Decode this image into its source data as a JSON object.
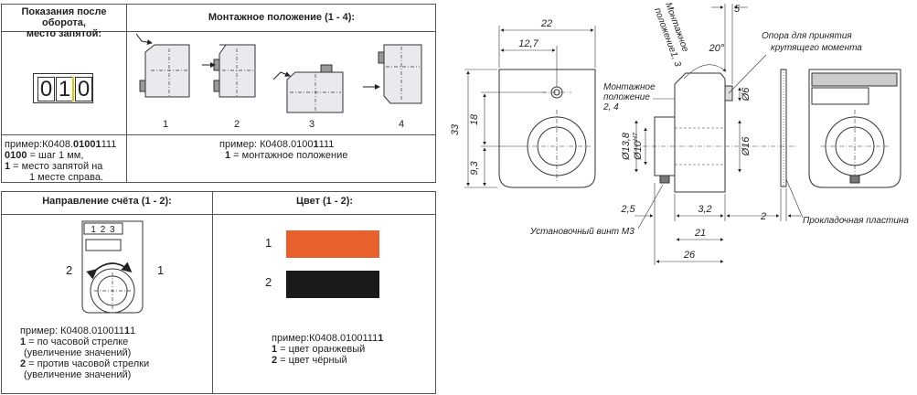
{
  "table1": {
    "header_left": [
      "Показания после оборота,",
      "место запятой:"
    ],
    "header_right": "Монтажное положение (1 - 4):",
    "counter_digits": [
      "0",
      "1",
      "0"
    ],
    "example_left": {
      "prefix": "пример:К0408.",
      "bold": "01001",
      "suffix": "111",
      "line2_bold": "0100",
      "line2_rest": " = шаг 1 мм,",
      "line3_bold": "1",
      "line3_rest": " = место запятой на",
      "line4": "1 месте справа."
    },
    "example_right": {
      "prefix": "пример:  К0408.0100",
      "bold": "1",
      "suffix": "111",
      "line2_bold": "1",
      "line2_rest": " = монтажное положение"
    },
    "positions": [
      "1",
      "2",
      "3",
      "4"
    ]
  },
  "table2": {
    "header_left": "Направление счёта (1 - 2):",
    "header_right": "Цвет (1 - 2):",
    "dial_digits": "1 2 3",
    "dir_left": "2",
    "dir_right": "1",
    "example_left": {
      "prefix": "пример:  К0408.010011",
      "bold": "1",
      "suffix": "1",
      "l2b": "1",
      "l2": " = по часовой стрелке",
      "l3": "(увеличение значений)",
      "l4b": "2",
      "l4": " = против часовой стрелки",
      "l5": "(увеличение значений)"
    },
    "example_right": {
      "prefix": "пример:К0408.0100111",
      "bold": "1",
      "l2b": "1",
      "l2": " = цвет оранжевый",
      "l3b": "2",
      "l3": " = цвет чёрный"
    },
    "color_labels": [
      "1",
      "2"
    ],
    "colors": [
      "#e8602c",
      "#1a1a1a"
    ]
  },
  "drawing": {
    "dims": {
      "d22": "22",
      "d127": "12,7",
      "d33": "33",
      "d18": "18",
      "d93": "9,3",
      "d5": "5",
      "d20": "20°",
      "d6": "Ø6",
      "d138": "Ø13,8",
      "d10": "Ø10",
      "d10sup": "H7",
      "d16": "Ø16",
      "d25": "2,5",
      "d32": "3,2",
      "d2": "2",
      "d21": "21",
      "d26": "26"
    },
    "labels": {
      "mount13_a": "Монтажное",
      "mount13_b": "положение1, 3",
      "mount24_a": "Монтажное",
      "mount24_b": "положение",
      "mount24_c": "2, 4",
      "torque_a": "Опора для принятия",
      "torque_b": "крутящего момента",
      "screw": "Установочный винт М3",
      "plate": "Прокладочная пластина"
    }
  }
}
